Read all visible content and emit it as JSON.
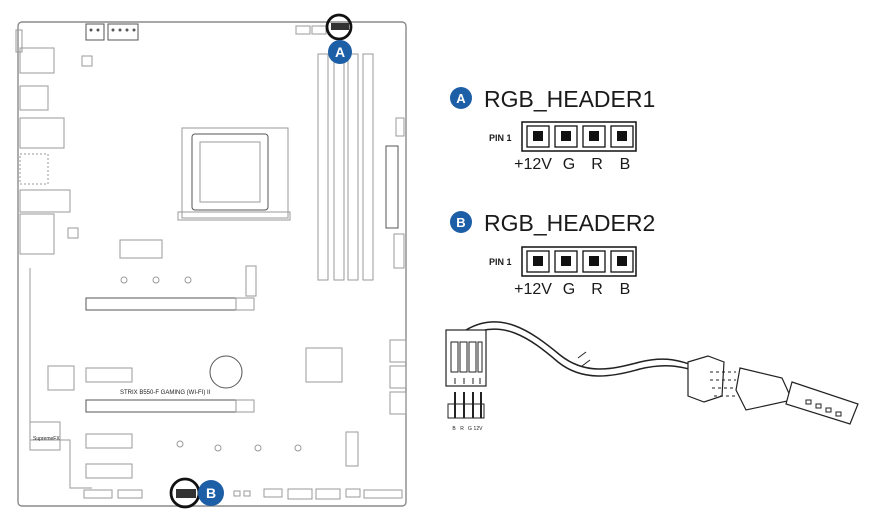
{
  "markers": {
    "a": "A",
    "b": "B"
  },
  "board": {
    "model_text": "STRIX B550-F GAMING (WI-FI) II",
    "logo_text": "SupremeFX"
  },
  "headers": [
    {
      "badge": "A",
      "title": "RGB_HEADER1",
      "pin_label": "PIN 1",
      "pins": [
        "+12V",
        "G",
        "R",
        "B"
      ]
    },
    {
      "badge": "B",
      "title": "RGB_HEADER2",
      "pin_label": "PIN 1",
      "pins": [
        "+12V",
        "G",
        "R",
        "B"
      ]
    }
  ],
  "cable": {
    "pin_labels": [
      "B",
      "R",
      "G",
      "12V"
    ]
  },
  "colors": {
    "badge": "#1d5fa6",
    "ring": "#111111",
    "line": "#9a9a9a"
  }
}
